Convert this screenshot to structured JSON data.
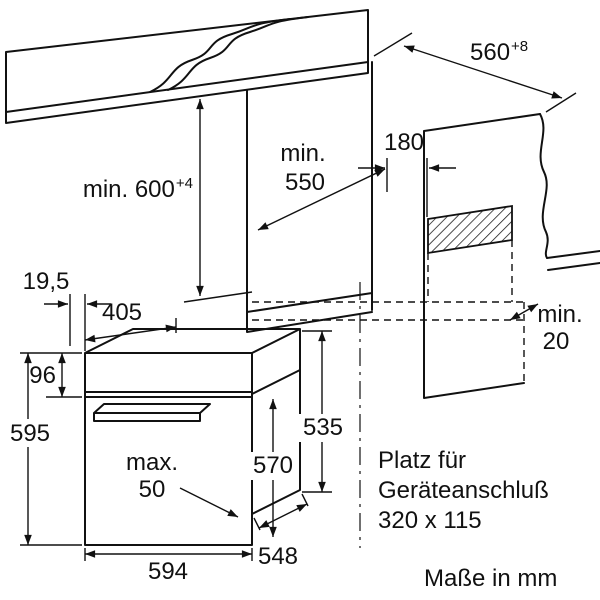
{
  "dimensions": {
    "niche_width_main": "560",
    "niche_width_sup": "+8",
    "niche_height_main": "min. 600",
    "niche_height_sup": "+4",
    "niche_depth_l1": "min.",
    "niche_depth_l2": "550",
    "recess": "180",
    "rear_gap_l1": "min.",
    "rear_gap_l2": "20",
    "top_offset": "19,5",
    "top_depth": "405",
    "panel_height": "96",
    "height": "595",
    "protrusion_l1": "max.",
    "protrusion_l2": "50",
    "door_height": "570",
    "body_height": "535",
    "width": "594",
    "depth": "548"
  },
  "notes": {
    "connection_l1": "Platz für",
    "connection_l2": "Geräteanschluß",
    "connection_l3": "320 x 115",
    "units": "Maße in mm"
  }
}
